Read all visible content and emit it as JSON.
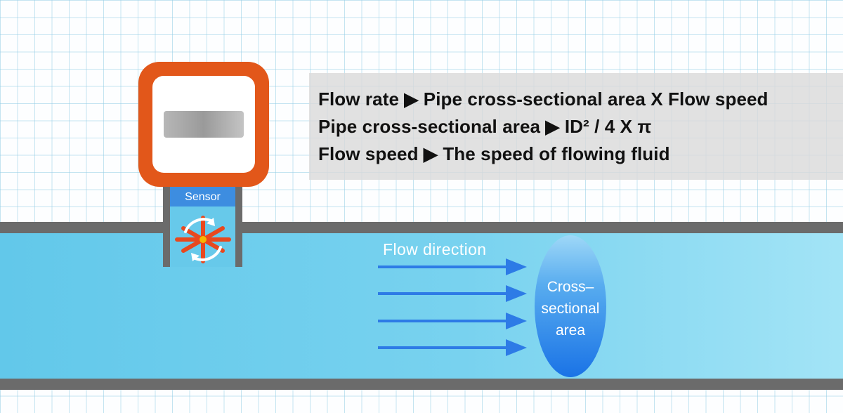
{
  "formula": {
    "line1": "Flow rate ▶ Pipe cross-sectional area X Flow speed",
    "line2": "Pipe cross-sectional area ▶ ID² / 4 X π",
    "line3": "Flow speed ▶ The speed of flowing fluid"
  },
  "sensor": {
    "label": "Sensor"
  },
  "flow": {
    "label": "Flow direction"
  },
  "cross_section": {
    "line1": "Cross–",
    "line2": "sectional",
    "line3": "area"
  },
  "colors": {
    "meter_housing": "#e2571a",
    "pipe_wall": "#6b6b6b",
    "fluid": "#78d2ef",
    "arrows": "#2d7be6",
    "sensor_label": "#3d8de0",
    "impeller": "#e8481e"
  },
  "icons": {
    "impeller": "impeller-icon",
    "rotation": "rotation-arrows-icon",
    "flow_arrow": "arrow-right-icon"
  }
}
